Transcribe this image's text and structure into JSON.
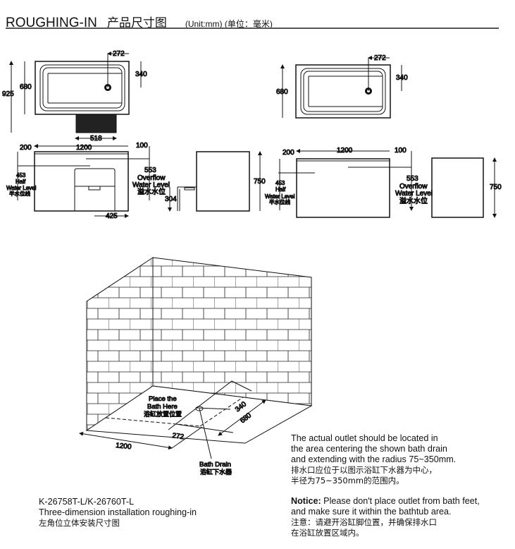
{
  "header": {
    "title": "ROUGHING-IN",
    "title_cn": "产品尺寸图",
    "unit": "(Unit:mm) (单位：毫米)"
  },
  "drawing_left": {
    "plan": {
      "d272": "272",
      "d340": "340",
      "d680": "680",
      "d925": "925",
      "d518": "518"
    },
    "front": {
      "d200": "200",
      "d1200": "1200",
      "d100": "100",
      "d453": "453",
      "half": "Half",
      "water_level": "Water Level",
      "half_cn": "半水位线",
      "d553": "553",
      "overflow": "Overflow",
      "overflow_level": "Water Level",
      "overflow_cn": "溢水水位",
      "d425": "425"
    },
    "side": {
      "d750": "750",
      "d304": "304"
    }
  },
  "drawing_right": {
    "plan": {
      "d272": "272",
      "d340": "340",
      "d680": "680"
    },
    "front": {
      "d200": "200",
      "d1200": "1200",
      "d100": "100",
      "d453": "453",
      "half": "Half",
      "water_level": "Water Level",
      "half_cn": "半水位线",
      "d553": "553",
      "overflow": "Overflow",
      "overflow_level": "Water Level",
      "overflow_cn": "溢水水位"
    },
    "side": {
      "d750": "750"
    }
  },
  "iso": {
    "place1": "Place the",
    "place2": "Bath Here",
    "place_cn": "浴缸放置位置",
    "d340": "340",
    "d680": "680",
    "d272": "272",
    "d1200": "1200",
    "drain": "Bath Drain",
    "drain_cn": "浴缸下水器"
  },
  "caption": {
    "model": "K-26758T-L/K-26760T-L",
    "desc": "Three-dimension installation roughing-in",
    "desc_cn": "左角位立体安装尺寸图"
  },
  "note1": {
    "l1": "The actual outlet should be located in",
    "l2": "the area centering the shown bath drain",
    "l3": "and extending with the radius 75~350mm.",
    "cn1": "排水口应位于以图示浴缸下水器为中心，",
    "cn2": "半径为75~350mm的范围内。"
  },
  "note2": {
    "label": "Notice:",
    "l1": " Please don't place outlet from bath feet,",
    "l2": "and make sure it within the bathtub area.",
    "cn1": "注意：请避开浴缸脚位置，并确保排水口",
    "cn2": "在浴缸放置区域内。"
  }
}
